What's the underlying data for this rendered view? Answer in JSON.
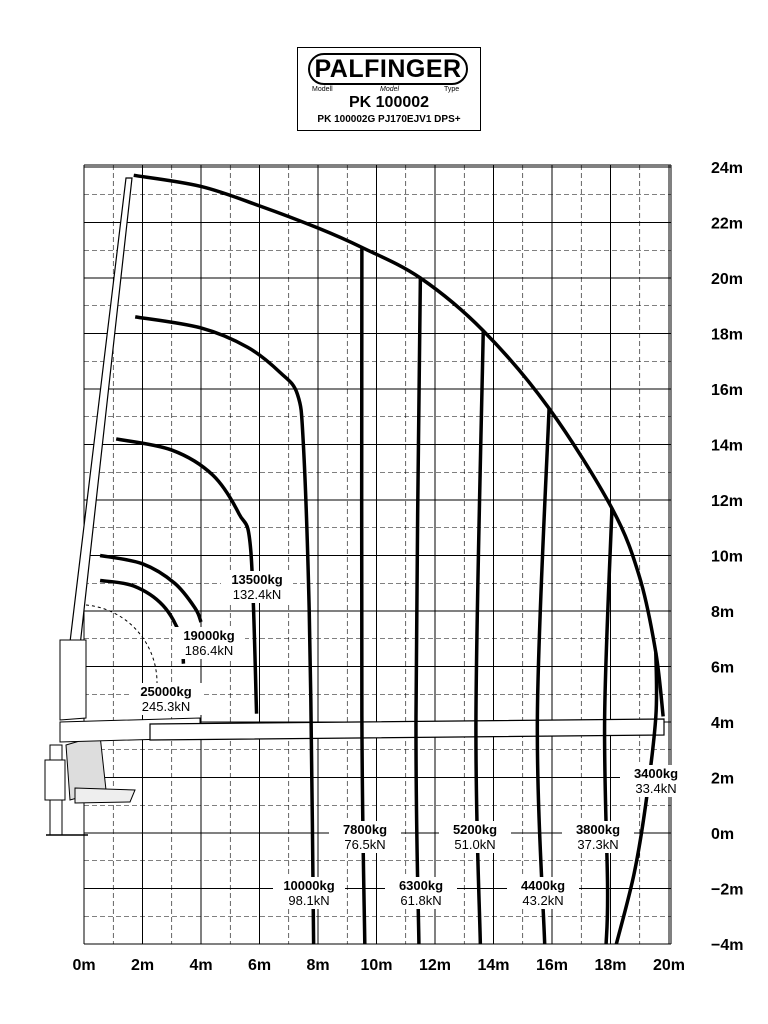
{
  "header": {
    "brand": "PALFINGER",
    "label_modell": "Modell",
    "label_model": "Model",
    "label_type": "Type",
    "model": "PK 100002",
    "variant": "PK 100002G PJ170EJV1 DPS+"
  },
  "chart_data": {
    "type": "line",
    "title": "",
    "xlabel": "",
    "ylabel": "",
    "xlim": [
      0,
      20
    ],
    "ylim": [
      -4,
      24
    ],
    "grid": true,
    "x_ticks": [
      "0m",
      "2m",
      "4m",
      "6m",
      "8m",
      "10m",
      "12m",
      "14m",
      "16m",
      "18m",
      "20m"
    ],
    "y_ticks": [
      "24m",
      "22m",
      "20m",
      "18m",
      "16m",
      "14m",
      "12m",
      "10m",
      "8m",
      "6m",
      "4m",
      "2m",
      "0m",
      "−2m",
      "−4m"
    ],
    "series": [
      {
        "kg": "25000kg",
        "kn": "245.3kN",
        "points": [
          [
            0.55,
            9.1
          ],
          [
            1.7,
            8.9
          ],
          [
            2.7,
            8.2
          ],
          [
            3.3,
            7.1
          ],
          [
            3.4,
            6.1
          ]
        ]
      },
      {
        "kg": "19000kg",
        "kn": "186.4kN",
        "points": [
          [
            0.55,
            10.0
          ],
          [
            2.0,
            9.7
          ],
          [
            3.1,
            9.0
          ],
          [
            3.8,
            8.1
          ],
          [
            4.0,
            7.6
          ]
        ]
      },
      {
        "kg": "13500kg",
        "kn": "132.4kN",
        "points": [
          [
            1.1,
            14.2
          ],
          [
            3.0,
            13.8
          ],
          [
            4.4,
            12.9
          ],
          [
            5.3,
            11.5
          ],
          [
            5.7,
            10.2
          ],
          [
            5.9,
            4.3
          ]
        ]
      },
      {
        "kg": "10000kg",
        "kn": "98.1kN",
        "points": [
          [
            1.75,
            18.6
          ],
          [
            4.0,
            18.2
          ],
          [
            5.6,
            17.5
          ],
          [
            6.7,
            16.6
          ],
          [
            7.3,
            15.8
          ],
          [
            7.5,
            14.0
          ],
          [
            7.7,
            8.0
          ],
          [
            7.8,
            1.0
          ],
          [
            7.85,
            -4.0
          ]
        ]
      },
      {
        "kg": "7800kg",
        "kn": "76.5kN",
        "points": [
          [
            9.5,
            21.1
          ],
          [
            9.5,
            4.2
          ],
          [
            9.6,
            -4.0
          ]
        ]
      },
      {
        "kg": "6300kg",
        "kn": "61.8kN",
        "points": [
          [
            11.5,
            20.0
          ],
          [
            11.35,
            4.2
          ],
          [
            11.45,
            -4.0
          ]
        ]
      },
      {
        "kg": "5200kg",
        "kn": "51.0kN",
        "points": [
          [
            13.65,
            18.1
          ],
          [
            13.4,
            4.2
          ],
          [
            13.55,
            -4.0
          ]
        ]
      },
      {
        "kg": "4400kg",
        "kn": "43.2kN",
        "points": [
          [
            15.9,
            15.3
          ],
          [
            15.5,
            4.2
          ],
          [
            15.75,
            -4.0
          ]
        ]
      },
      {
        "kg": "3800kg",
        "kn": "37.3kN",
        "points": [
          [
            18.05,
            11.7
          ],
          [
            17.8,
            4.2
          ],
          [
            17.9,
            -2.0
          ],
          [
            17.85,
            -4.0
          ]
        ]
      },
      {
        "kg": "3400kg",
        "kn": "33.4kN",
        "points": [
          [
            19.55,
            6.5
          ],
          [
            19.55,
            4.2
          ],
          [
            19.2,
            1.0
          ],
          [
            18.8,
            -1.5
          ],
          [
            18.2,
            -4.0
          ]
        ]
      }
    ],
    "envelope": [
      [
        1.7,
        23.7
      ],
      [
        4.0,
        23.3
      ],
      [
        6.0,
        22.6
      ],
      [
        8.0,
        21.8
      ],
      [
        9.5,
        21.1
      ],
      [
        11.5,
        20.0
      ],
      [
        13.65,
        18.1
      ],
      [
        15.9,
        15.3
      ],
      [
        18.05,
        11.7
      ],
      [
        19.0,
        9.2
      ],
      [
        19.55,
        6.5
      ],
      [
        19.8,
        4.2
      ]
    ]
  }
}
